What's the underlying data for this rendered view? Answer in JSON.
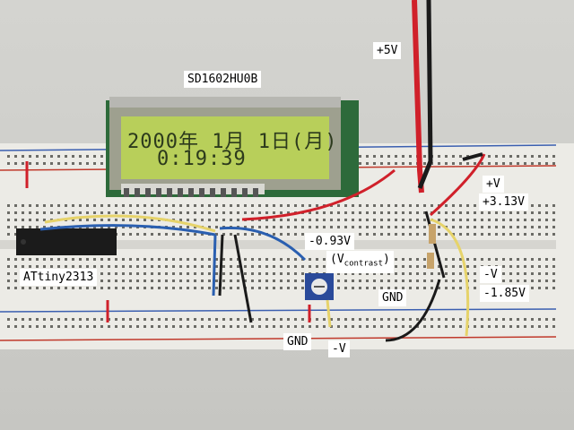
{
  "scene": {
    "description_hidden": false,
    "lcd": {
      "line1": "2000年 1月 1日(月)",
      "line2": "0:19:39"
    },
    "labels": {
      "module": "SD1602HU0B",
      "plus5v": "+5V",
      "plus_v": "+V",
      "plus_v_value": "+3.13V",
      "contrast_value": "-0.93V",
      "contrast_name_prefix": "(V",
      "contrast_name_sub": "contrast",
      "contrast_name_suffix": ")",
      "mcu": "ATtiny2313",
      "gnd_mid": "GND",
      "minus_v": "-V",
      "minus_v_value": "-1.85V",
      "gnd_bottom": "GND",
      "minus_v_bottom": "-V"
    },
    "colors": {
      "breadboard": "#ecebe6",
      "lcd_screen": "#b8cf5a",
      "wire_red": "#d0202a",
      "wire_black": "#1a1a1a",
      "wire_blue": "#2a5fb0",
      "wire_yellow": "#e6d36a"
    }
  }
}
